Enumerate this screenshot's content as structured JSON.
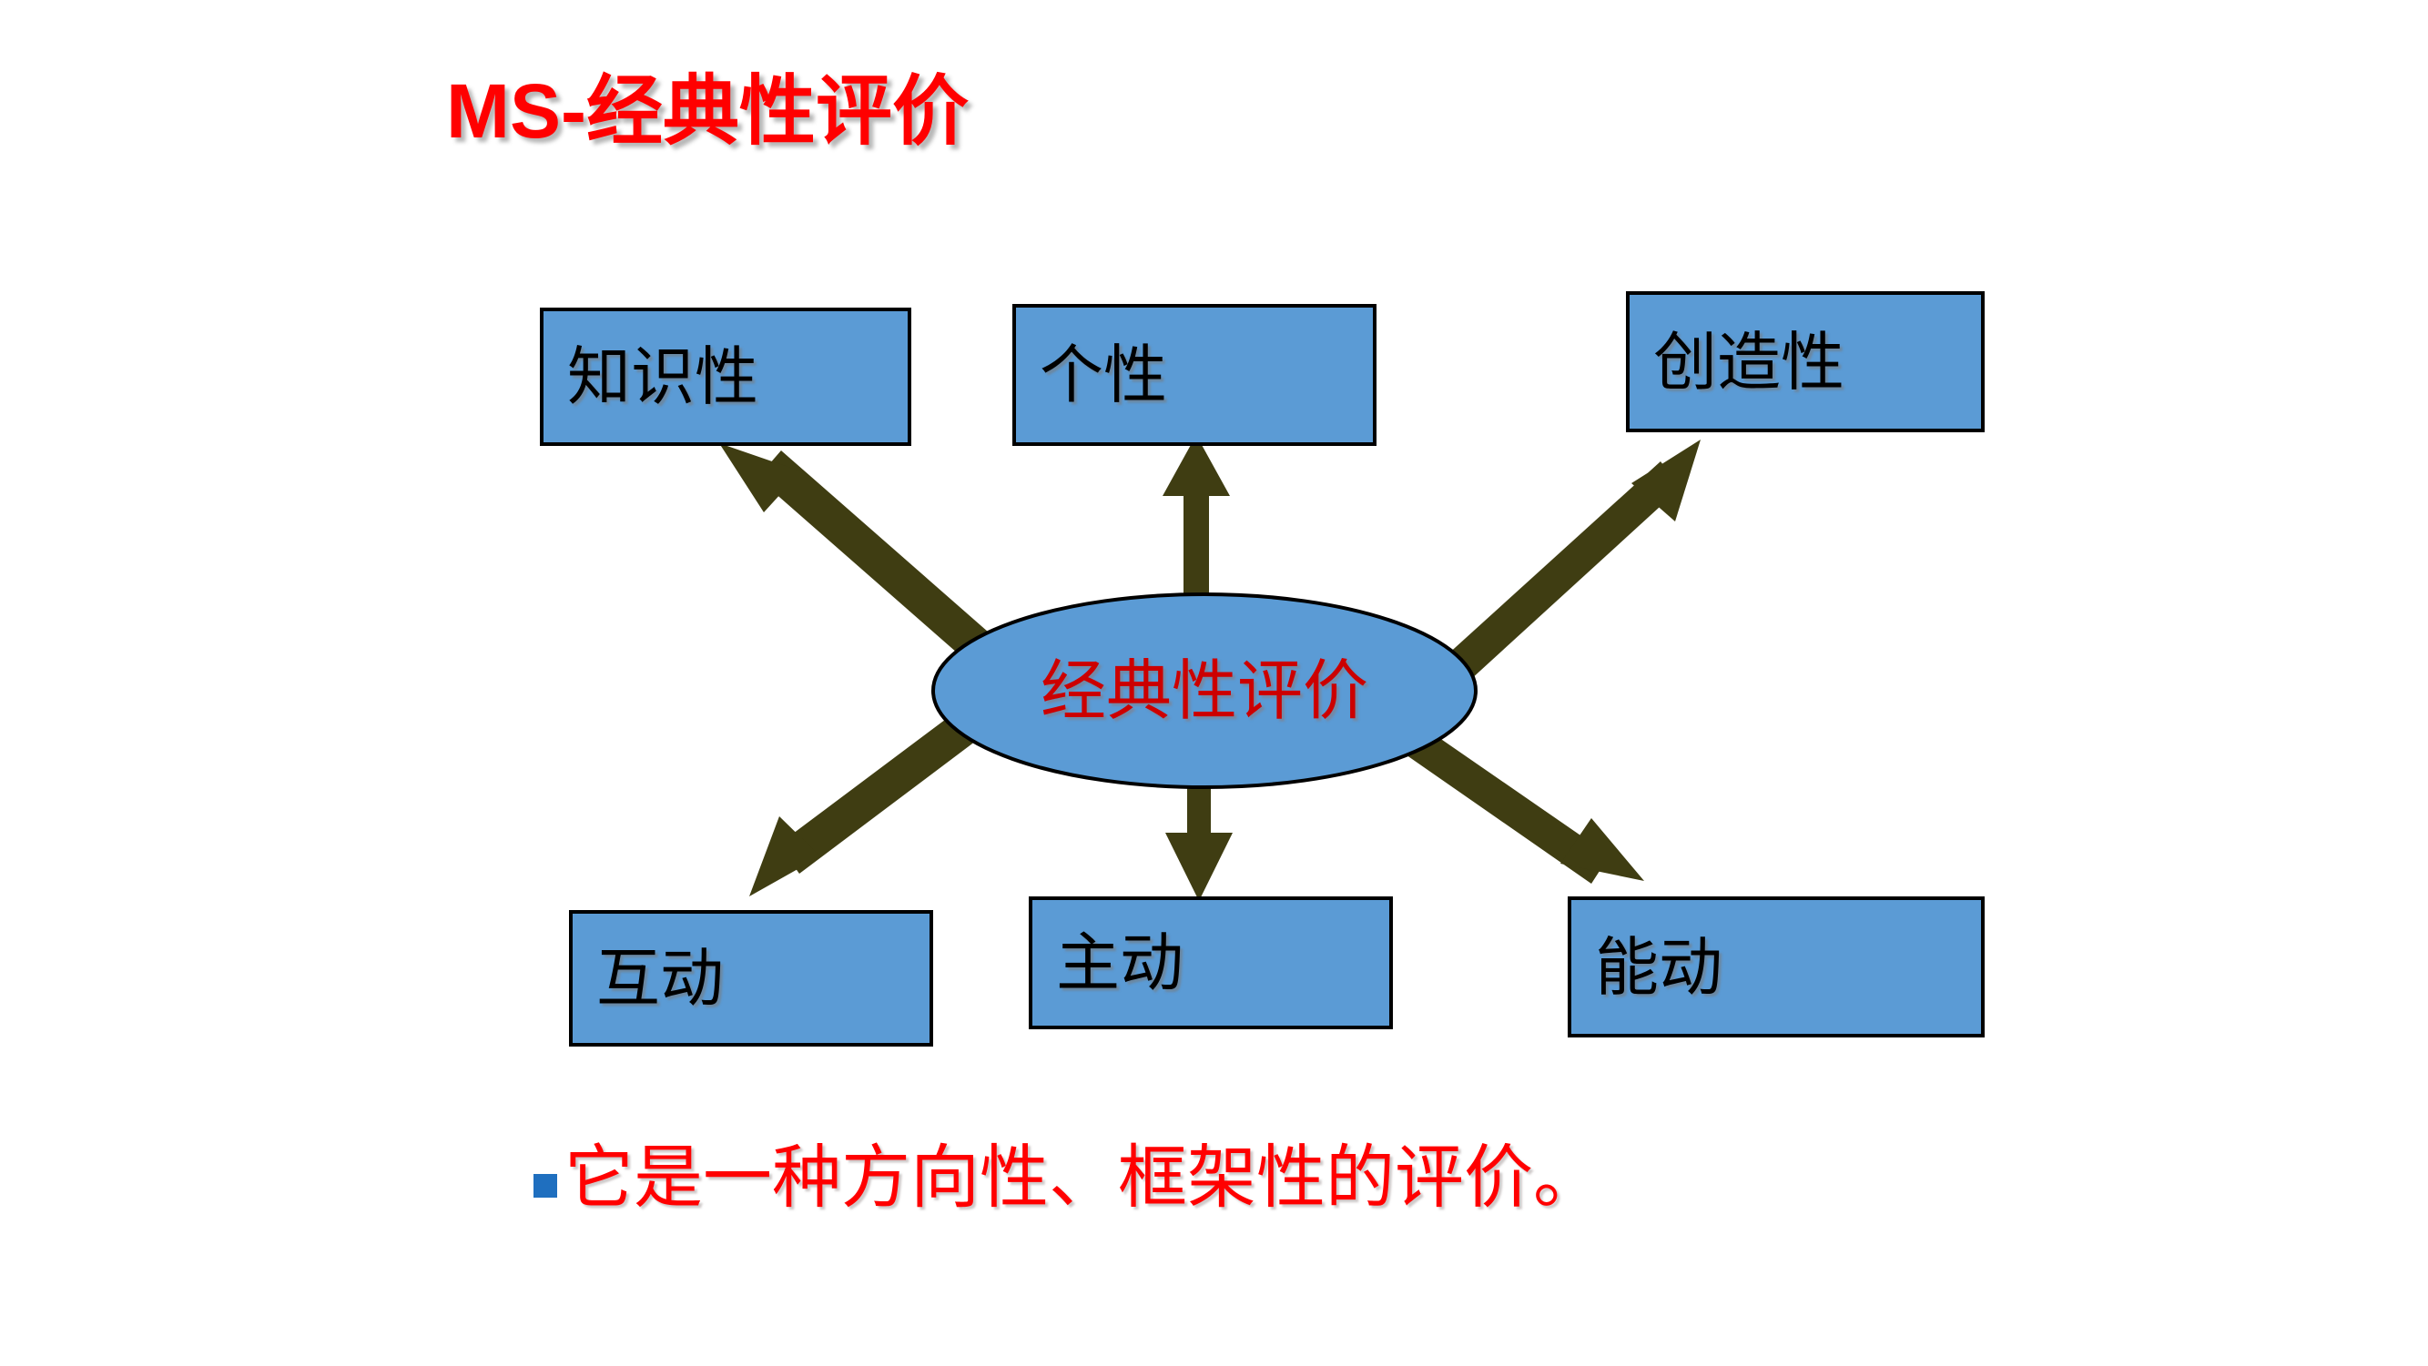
{
  "slide": {
    "title": "MS-经典性评价",
    "title_color": "#FF0000",
    "background_color": "#FFFFFF"
  },
  "diagram": {
    "type": "radial-hub-and-spoke",
    "center": {
      "label": "经典性评价",
      "shape": "ellipse",
      "fill_color": "#5B9BD5",
      "border_color": "#000000",
      "text_color": "#CC0000"
    },
    "node_fill_color": "#5B9BD5",
    "node_border_color": "#000000",
    "node_text_color": "#000000",
    "arrow_color": "#3F3D12",
    "nodes": [
      {
        "id": "zhishixing",
        "label": "知识性",
        "position": "top-left",
        "direction": "up-left"
      },
      {
        "id": "gexing",
        "label": "个性",
        "position": "top-center",
        "direction": "up"
      },
      {
        "id": "chuangzao",
        "label": "创造性",
        "position": "top-right",
        "direction": "up-right"
      },
      {
        "id": "hudong",
        "label": "互动",
        "position": "bottom-left",
        "direction": "down-left"
      },
      {
        "id": "zhudong",
        "label": "主动",
        "position": "bottom-center",
        "direction": "down"
      },
      {
        "id": "nengdong",
        "label": "能动",
        "position": "bottom-right",
        "direction": "down-right"
      }
    ]
  },
  "bullet": {
    "marker_color": "#1F6FBF",
    "text": "它是一种方向性、框架性的评价。",
    "text_color": "#FF0000"
  }
}
